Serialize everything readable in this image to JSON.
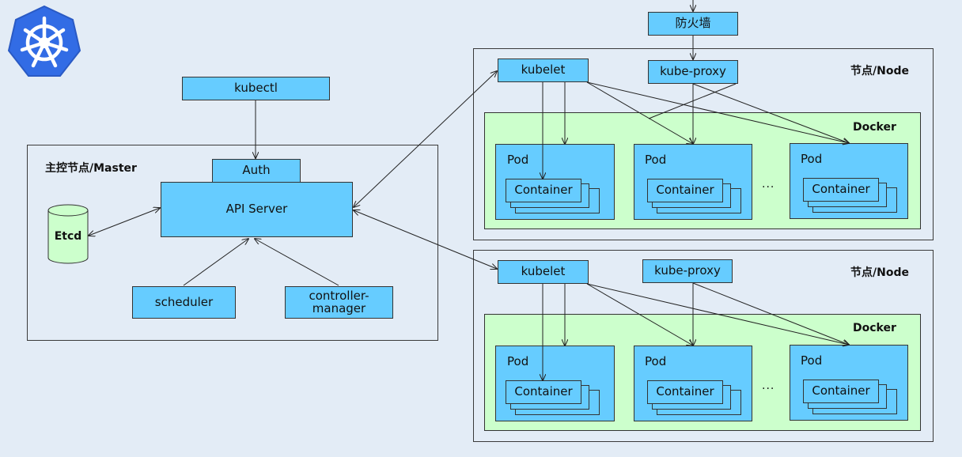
{
  "firewall": "防火墙",
  "master": {
    "title": "主控节点/Master",
    "kubectl": "kubectl",
    "auth": "Auth",
    "api_server": "API Server",
    "etcd": "Etcd",
    "scheduler": "scheduler",
    "controller_manager": "controller-\nmanager"
  },
  "nodes": [
    {
      "title": "节点/Node",
      "kubelet": "kubelet",
      "kube_proxy": "kube-proxy",
      "docker": "Docker",
      "pods": [
        {
          "label": "Pod",
          "container": "Container"
        },
        {
          "label": "Pod",
          "container": "Container"
        },
        {
          "label": "Pod",
          "container": "Container"
        }
      ],
      "ellipsis": "···"
    },
    {
      "title": "节点/Node",
      "kubelet": "kubelet",
      "kube_proxy": "kube-proxy",
      "docker": "Docker",
      "pods": [
        {
          "label": "Pod",
          "container": "Container"
        },
        {
          "label": "Pod",
          "container": "Container"
        },
        {
          "label": "Pod",
          "container": "Container"
        }
      ],
      "ellipsis": "···"
    }
  ],
  "colors": {
    "background": "#e3ecf6",
    "component": "#66ccff",
    "docker": "#ccffcc",
    "logo": "#326ce5"
  },
  "logo_icon": "kubernetes-helm-icon"
}
